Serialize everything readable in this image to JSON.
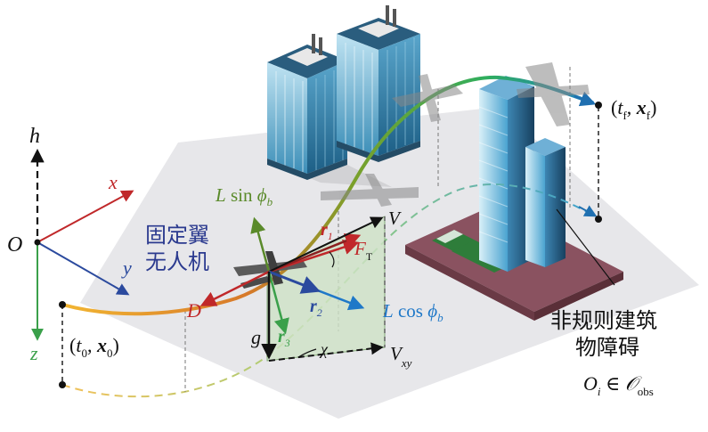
{
  "axes": {
    "origin": "O",
    "x": "x",
    "y": "y",
    "z": "z",
    "h": "h"
  },
  "labels": {
    "aircraft_line1": "固定翼",
    "aircraft_line2": "无人机",
    "obstacle_line1": "非规则建筑",
    "obstacle_line2": "物障碍",
    "obstacle_set": "O",
    "obstacle_set_sub": "i",
    "obstacle_set_member": " ∈ ",
    "obstacle_set_calO": "𝒪",
    "obstacle_set_calO_sub": "obs"
  },
  "states": {
    "start_t": "t",
    "start_t_sub": "0",
    "start_x": "x",
    "start_x_sub": "0",
    "end_t": "t",
    "end_t_sub": "f",
    "end_x": "x",
    "end_x_sub": "f",
    "open_paren": "(",
    "comma": ", ",
    "close_paren": ")"
  },
  "forces": {
    "lift_sin_L": "L",
    "lift_sin_text": " sin ",
    "lift_sin_phi": "ϕ",
    "lift_sin_phi_sub": "b",
    "lift_cos_L": "L",
    "lift_cos_text": " cos ",
    "lift_cos_phi": "ϕ",
    "lift_cos_phi_sub": "b",
    "drag": "D",
    "thrust": "F",
    "thrust_sub": "T",
    "gravity": "g",
    "velocity": "V",
    "velocity_xy": "V",
    "velocity_xy_sub": "xy",
    "chi": "χ"
  },
  "vectors": {
    "r1": "r",
    "r1_sub": "1",
    "r2": "r",
    "r2_sub": "2",
    "r3": "r",
    "r3_sub": "3"
  },
  "colors": {
    "axis_x": "#c0282a",
    "axis_y": "#2b4a9e",
    "axis_z": "#3aa04a",
    "lift": "#5a8a2a",
    "lift_cos": "#1f78c8",
    "drag": "#c0282a",
    "thrust": "#c0282a",
    "ground": "#e6e6e8",
    "plane_face": "#cfe3c7"
  }
}
